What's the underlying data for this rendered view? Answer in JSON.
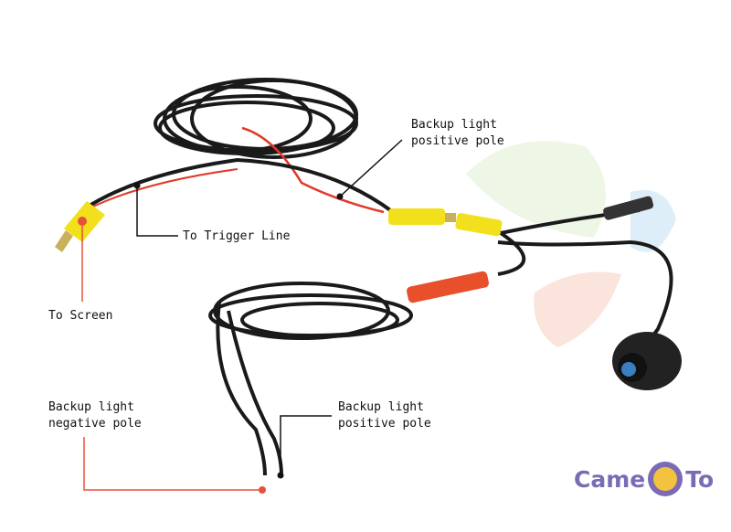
{
  "labels": {
    "backup_positive_top": [
      "Backup light",
      "positive pole"
    ],
    "trigger_line": "To Trigger Line",
    "to_screen": "To Screen",
    "backup_negative": [
      "Backup light",
      "negative pole"
    ],
    "backup_positive_bottom": [
      "Backup light",
      "positive pole"
    ]
  },
  "logo": {
    "text_left": "Came",
    "text_right": "To"
  },
  "colors": {
    "cable": "#1a1a1a",
    "red_wire": "#e03a2a",
    "yellow_connector": "#f2e01c",
    "red_connector": "#e8502c",
    "callout_red": "#e8503a",
    "logo": "#7b6bb5"
  }
}
